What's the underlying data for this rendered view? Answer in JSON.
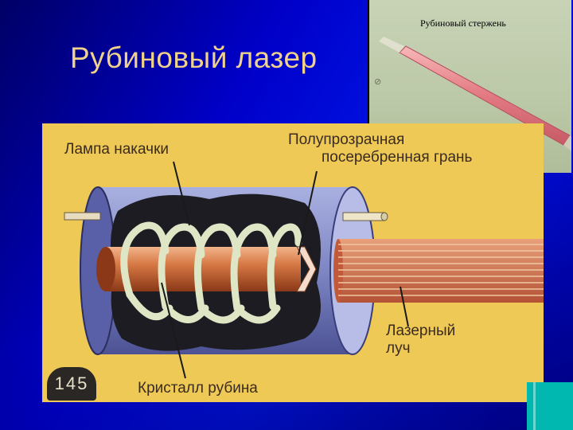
{
  "slide": {
    "title": "Рубиновый лазер"
  },
  "photo": {
    "caption": "Рубиновый стержень",
    "mark": "⊘"
  },
  "diagram": {
    "labels": {
      "lamp": "Лампа накачки",
      "mirror_line1": "Полупрозрачная",
      "mirror_line2": "посеребренная грань",
      "beam_line1": "Лазерный",
      "beam_line2": "луч",
      "crystal": "Кристалл рубина"
    },
    "page_number": "145"
  },
  "colors": {
    "background": "#0000c8",
    "title": "#f0d28a",
    "diagram_background": "#eec955",
    "ruby": "#c8643c",
    "coil": "#d8e2c0",
    "cylinder": "#8a90c8"
  }
}
